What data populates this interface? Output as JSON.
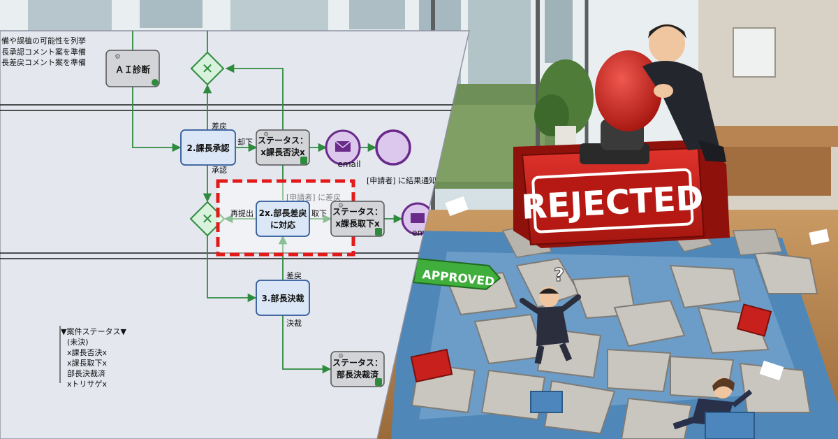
{
  "diagram": {
    "top_notes": [
      "備や誤植の可能性を列挙",
      "長承認コメント案を準備",
      "長差戻コメント案を準備"
    ],
    "tasks": {
      "ai": "ＡＩ診断",
      "approve": "2.課長承認",
      "resubmit_line1": "2x.部長差戻",
      "resubmit_line2": "に対応",
      "decide": "3.部長決裁",
      "status1_line1": "ステータス：",
      "status1_line2": "x課長否決x",
      "status2_line1": "ステータス：",
      "status2_line2": "x課長取下x",
      "status3_line1": "ステータス：",
      "status3_line2": "部長決裁済"
    },
    "flow_labels": {
      "return1": "差戻",
      "reject": "却下",
      "approve": "承認",
      "resubmit": "再提出",
      "withdraw": "取下",
      "return2": "差戻",
      "decide": "決裁"
    },
    "email_label": "email",
    "email_label2": "em",
    "notes": {
      "notify_result": "[申請者] に結果通知",
      "notify_return": "[申請者] に差戻"
    },
    "legend": {
      "title": "▼案件ステータス▼",
      "items": [
        "(未決)",
        "x課長否決x",
        "x課長取下x",
        "部長決裁済",
        "xトリサゲx"
      ]
    }
  },
  "illustration": {
    "stamp_text": "REJECTED",
    "sign_text": "APPROVED"
  },
  "colors": {
    "task_fill": "#dbe7f6",
    "task_stroke": "#2f5a9a",
    "flow": "#2e8b3e",
    "gateway_fill": "#d9f2dd",
    "event_fill": "#dcc8ec",
    "event_stroke": "#6a2a8a",
    "highlight": "#e21a1a",
    "stamp_red": "#c8211d"
  }
}
